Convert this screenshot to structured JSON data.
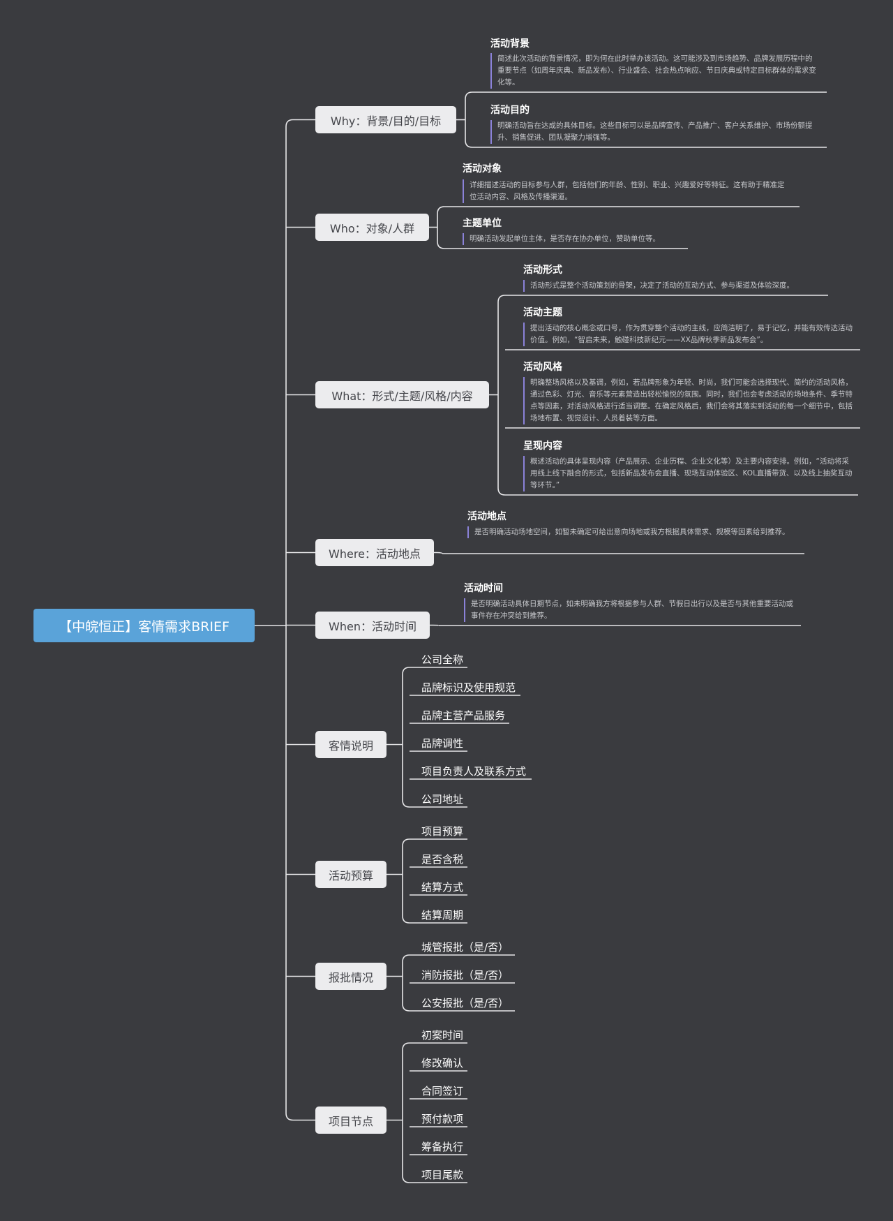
{
  "root": {
    "label": "【中皖恒正】客情需求BRIEF"
  },
  "branches": [
    {
      "label": "Why：背景/目的/目标",
      "children": [
        {
          "title": "活动背景",
          "note": "简述此次活动的背景情况，即为何在此时举办该活动。这可能涉及到市场趋势、品牌发展历程中的重要节点（如周年庆典、新品发布）、行业盛会、社会热点响应、节日庆典或特定目标群体的需求变化等。"
        },
        {
          "title": "活动目的",
          "note": "明确活动旨在达成的具体目标。这些目标可以是品牌宣传、产品推广、客户关系维护、市场份额提升、销售促进、团队凝聚力增强等。"
        }
      ]
    },
    {
      "label": "Who：对象/人群",
      "children": [
        {
          "title": "活动对象",
          "note": "详细描述活动的目标参与人群，包括他们的年龄、性别、职业、兴趣爱好等特征。这有助于精准定位活动内容、风格及传播渠道。"
        },
        {
          "title": "主题单位",
          "note": "明确活动发起单位主体，是否存在协办单位，赞助单位等。"
        }
      ]
    },
    {
      "label": "What：形式/主题/风格/内容",
      "children": [
        {
          "title": "活动形式",
          "note": "活动形式是整个活动策划的骨架，决定了活动的互动方式、参与渠道及体验深度。"
        },
        {
          "title": "活动主题",
          "note": "提出活动的核心概念或口号，作为贯穿整个活动的主线，应简洁明了，易于记忆，并能有效传达活动价值。例如，“智启未来，触碰科技新纪元——XX品牌秋季新品发布会”。"
        },
        {
          "title": "活动风格",
          "note": "明确整场风格以及基调，例如，若品牌形象为年轻、时尚，我们可能会选择现代、简约的活动风格，通过色彩、灯光、音乐等元素营造出轻松愉悦的氛围。同时，我们也会考虑活动的场地条件、季节特点等因素，对活动风格进行适当调整。在确定风格后，我们会将其落实到活动的每一个细节中，包括场地布置、视觉设计、人员着装等方面。"
        },
        {
          "title": "呈现内容",
          "note": "概述活动的具体呈现内容（产品展示、企业历程、企业文化等）及主要内容安排。例如，“活动将采用线上线下融合的形式，包括新品发布会直播、现场互动体验区、KOL直播带货、以及线上抽奖互动等环节。”"
        }
      ]
    },
    {
      "label": "Where：活动地点",
      "children": [
        {
          "title": "活动地点",
          "note": "是否明确活动场地空间，如暂未确定可给出意向场地或我方根据具体需求、规模等因素给到推荐。"
        }
      ]
    },
    {
      "label": "When：活动时间",
      "children": [
        {
          "title": "活动时间",
          "note": "是否明确活动具体日期节点，如未明确我方将根据参与人群、节假日出行以及是否与其他重要活动或事件存在冲突给到推荐。"
        }
      ]
    },
    {
      "label": "客情说明",
      "children": [
        {
          "title": "公司全称"
        },
        {
          "title": "品牌标识及使用规范"
        },
        {
          "title": "品牌主营产品服务"
        },
        {
          "title": "品牌调性"
        },
        {
          "title": "项目负责人及联系方式"
        },
        {
          "title": "公司地址"
        }
      ]
    },
    {
      "label": "活动预算",
      "children": [
        {
          "title": "项目预算"
        },
        {
          "title": "是否含税"
        },
        {
          "title": "结算方式"
        },
        {
          "title": "结算周期"
        }
      ]
    },
    {
      "label": "报批情况",
      "children": [
        {
          "title": "城管报批（是/否）"
        },
        {
          "title": "消防报批（是/否）"
        },
        {
          "title": "公安报批（是/否）"
        }
      ]
    },
    {
      "label": "项目节点",
      "children": [
        {
          "title": "初案时间"
        },
        {
          "title": "修改确认"
        },
        {
          "title": "合同签订"
        },
        {
          "title": "预付款项"
        },
        {
          "title": "筹备执行"
        },
        {
          "title": "项目尾款"
        }
      ]
    }
  ],
  "colors": {
    "background": "#3a3b3f",
    "root": "#5aa3d9",
    "branch": "#ececee",
    "line": "#e6e6e8",
    "note_bar": "#8b82d9"
  }
}
